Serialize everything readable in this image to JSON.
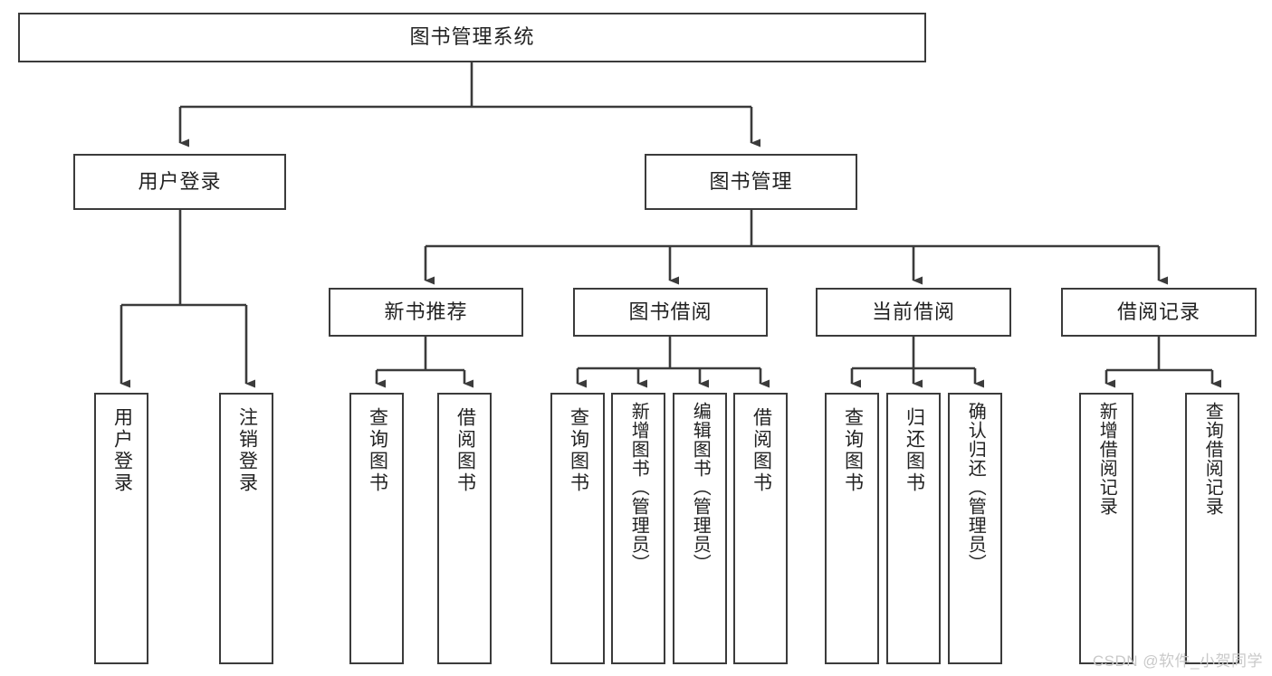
{
  "diagram": {
    "title": "图书管理系统",
    "type": "tree-hierarchy-chart",
    "watermark": "CSDN @软件_小贺同学",
    "colors": {
      "border": "#3b3b3b",
      "background": "#ffffff",
      "text": "#222222",
      "edge": "#3b3b3b",
      "watermark": "#c9c9c9"
    },
    "levels": {
      "root": {
        "label": "图书管理系统"
      },
      "level2": [
        {
          "id": "user-login",
          "label": "用户登录"
        },
        {
          "id": "book-manage",
          "label": "图书管理"
        }
      ],
      "level3": [
        {
          "id": "new-book-recommend",
          "label": "新书推荐"
        },
        {
          "id": "book-borrow",
          "label": "图书借阅"
        },
        {
          "id": "current-borrow",
          "label": "当前借阅"
        },
        {
          "id": "borrow-record",
          "label": "借阅记录"
        }
      ],
      "leaves": {
        "user_login": [
          {
            "id": "leaf-user-login",
            "label": "用户登录"
          },
          {
            "id": "leaf-logout-login",
            "label": "注销登录"
          }
        ],
        "new_book_recommend": [
          {
            "id": "leaf-query-book-1",
            "label": "查询图书"
          },
          {
            "id": "leaf-borrow-book-1",
            "label": "借阅图书"
          }
        ],
        "book_borrow": [
          {
            "id": "leaf-query-book-2",
            "label": "查询图书"
          },
          {
            "id": "leaf-add-book-admin",
            "label": "新增图书（管理员）"
          },
          {
            "id": "leaf-edit-book-admin",
            "label": "编辑图书（管理员）"
          },
          {
            "id": "leaf-borrow-book-2",
            "label": "借阅图书"
          }
        ],
        "current_borrow": [
          {
            "id": "leaf-query-book-3",
            "label": "查询图书"
          },
          {
            "id": "leaf-return-book",
            "label": "归还图书"
          },
          {
            "id": "leaf-confirm-return-admin",
            "label": "确认归还（管理员）"
          }
        ],
        "borrow_record": [
          {
            "id": "leaf-add-borrow-record",
            "label": "新增借阅记录"
          },
          {
            "id": "leaf-query-borrow-record",
            "label": "查询借阅记录"
          }
        ]
      }
    }
  }
}
